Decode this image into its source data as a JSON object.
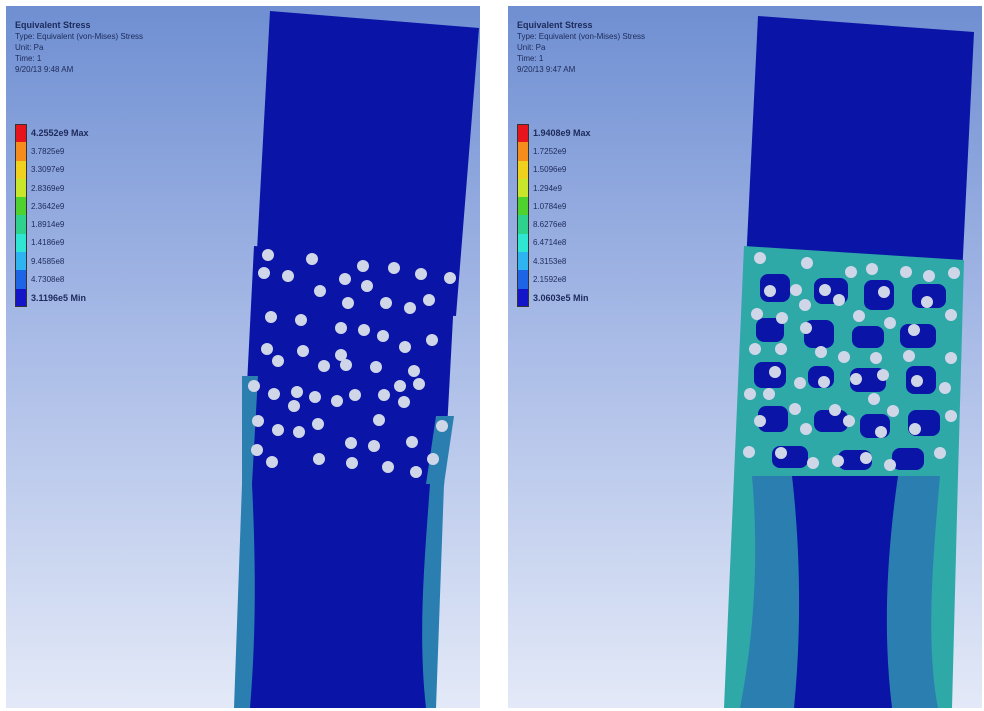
{
  "panels": [
    {
      "title": "Equivalent Stress",
      "type_line": "Type: Equivalent (von-Mises) Stress",
      "unit_line": "Unit: Pa",
      "time_line": "Time: 1",
      "date_line": "9/20/13 9:48 AM",
      "legend": [
        "4.2552e9 Max",
        "3.7825e9",
        "3.3097e9",
        "2.8369e9",
        "2.3642e9",
        "1.8914e9",
        "1.4186e9",
        "9.4585e8",
        "4.7308e8",
        "3.1196e5 Min"
      ]
    },
    {
      "title": "Equivalent Stress",
      "type_line": "Type: Equivalent (von-Mises) Stress",
      "unit_line": "Unit: Pa",
      "time_line": "Time: 1",
      "date_line": "9/20/13 9:47 AM",
      "legend": [
        "1.9408e9 Max",
        "1.7252e9",
        "1.5096e9",
        "1.294e9",
        "1.0784e9",
        "8.6276e8",
        "6.4714e8",
        "4.3153e8",
        "2.1592e8",
        "3.0603e5 Min"
      ]
    }
  ],
  "legend_colors": [
    "#e8141c",
    "#f58c1c",
    "#f0d21e",
    "#c8e62a",
    "#4fd22e",
    "#2ed28c",
    "#2ee6d2",
    "#2eb4f0",
    "#1e64e6",
    "#1414c8"
  ],
  "colors": {
    "model_blue": "#0a14a6",
    "hole": "#cfd6e8",
    "mid_stress": "#2a7fb0",
    "high_stress": "#2fa8a8"
  }
}
